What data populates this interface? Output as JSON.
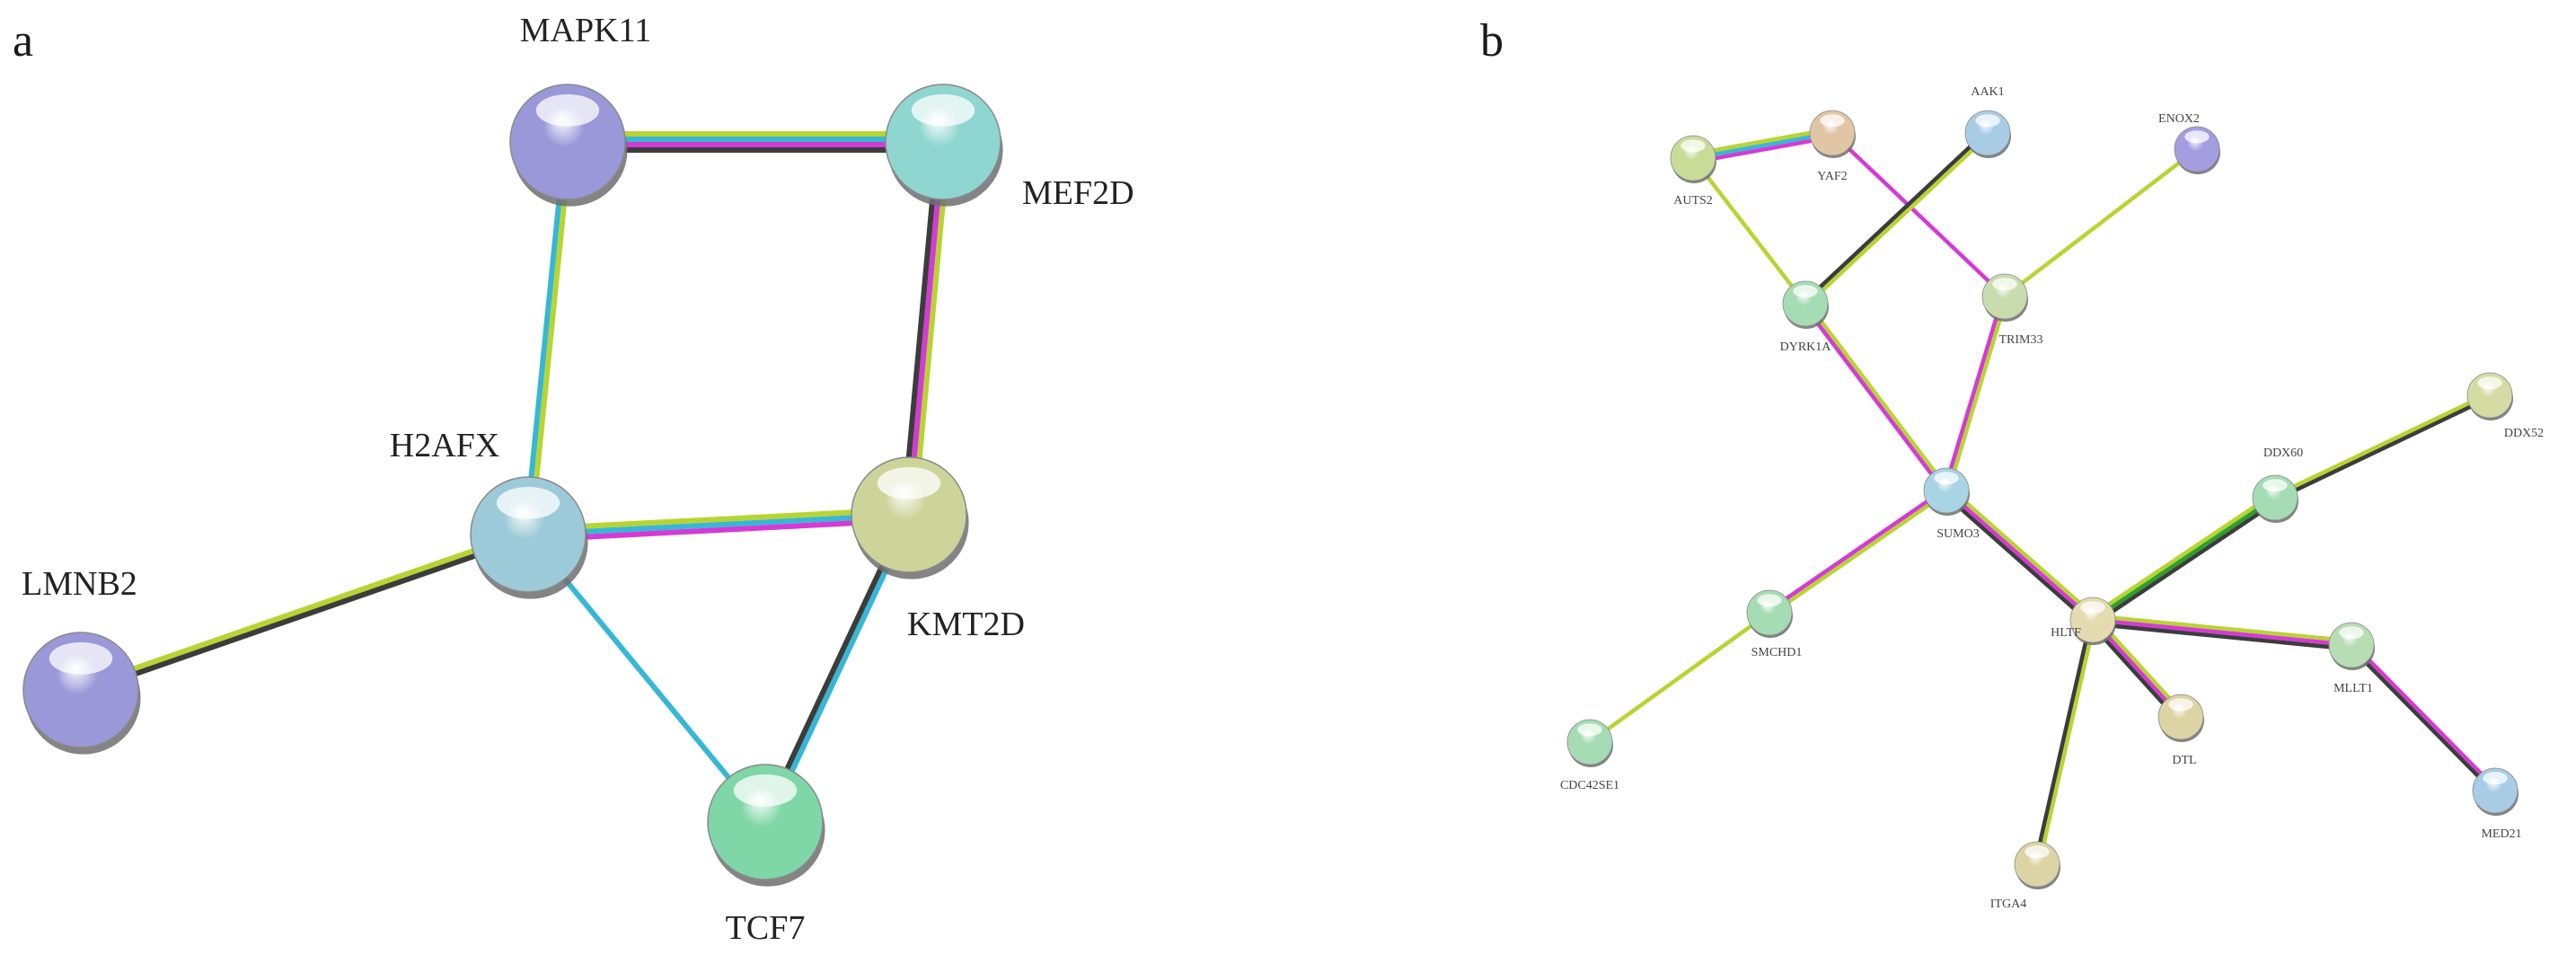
{
  "panels": [
    {
      "label": "a",
      "nodes": [
        {
          "id": "MAPK11",
          "label": "MAPK11",
          "color": "#9a98d8"
        },
        {
          "id": "MEF2D",
          "label": "MEF2D",
          "color": "#8fd6d0"
        },
        {
          "id": "H2AFX",
          "label": "H2AFX",
          "color": "#9ccad8"
        },
        {
          "id": "KMT2D",
          "label": "KMT2D",
          "color": "#ccd49a"
        },
        {
          "id": "LMNB2",
          "label": "LMNB2",
          "color": "#9a98d8"
        },
        {
          "id": "TCF7",
          "label": "TCF7",
          "color": "#7fd6a6"
        }
      ],
      "edges": [
        {
          "source": "MAPK11",
          "target": "MEF2D",
          "colors": [
            "#b8d432",
            "#37b7d6",
            "#d43ad6",
            "#3c3c3c"
          ]
        },
        {
          "source": "MAPK11",
          "target": "H2AFX",
          "colors": [
            "#b8d432",
            "#37b7d6"
          ]
        },
        {
          "source": "MEF2D",
          "target": "KMT2D",
          "colors": [
            "#b8d432",
            "#d43ad6",
            "#3c3c3c"
          ]
        },
        {
          "source": "H2AFX",
          "target": "KMT2D",
          "colors": [
            "#b8d432",
            "#37b7d6",
            "#d43ad6"
          ]
        },
        {
          "source": "LMNB2",
          "target": "H2AFX",
          "colors": [
            "#b8d432",
            "#3c3c3c"
          ]
        },
        {
          "source": "H2AFX",
          "target": "TCF7",
          "colors": [
            "#37b7d6"
          ]
        },
        {
          "source": "KMT2D",
          "target": "TCF7",
          "colors": [
            "#37b7d6",
            "#3c3c3c"
          ]
        }
      ]
    },
    {
      "label": "b",
      "nodes": [
        {
          "id": "AUTS2",
          "label": "AUTS2",
          "color": "#c8dc98"
        },
        {
          "id": "YAF2",
          "label": "YAF2",
          "color": "#e0c6a4"
        },
        {
          "id": "AAK1",
          "label": "AAK1",
          "color": "#a8cce4"
        },
        {
          "id": "ENOX2",
          "label": "ENOX2",
          "color": "#a49ee0"
        },
        {
          "id": "DYRK1A",
          "label": "DYRK1A",
          "color": "#a6dcb4"
        },
        {
          "id": "TRIM33",
          "label": "TRIM33",
          "color": "#c8dcae"
        },
        {
          "id": "DDX52",
          "label": "DDX52",
          "color": "#d4dca4"
        },
        {
          "id": "DDX60",
          "label": "DDX60",
          "color": "#a6dcb4"
        },
        {
          "id": "SUMO3",
          "label": "SUMO3",
          "color": "#a8d4e4"
        },
        {
          "id": "SMCHD1",
          "label": "SMCHD1",
          "color": "#a6dcb4"
        },
        {
          "id": "HLTF",
          "label": "HLTF",
          "color": "#e4dcb0"
        },
        {
          "id": "MLLT1",
          "label": "MLLT1",
          "color": "#b8dcb4"
        },
        {
          "id": "CDC42SE1",
          "label": "CDC42SE1",
          "color": "#a6dcb4"
        },
        {
          "id": "DTL",
          "label": "DTL",
          "color": "#dcd4a4"
        },
        {
          "id": "MED21",
          "label": "MED21",
          "color": "#a8cce4"
        },
        {
          "id": "ITGA4",
          "label": "ITGA4",
          "color": "#dcd4a4"
        }
      ],
      "edges": [
        {
          "source": "AUTS2",
          "target": "YAF2",
          "colors": [
            "#b8d432",
            "#37b7d6",
            "#d43ad6"
          ]
        },
        {
          "source": "AUTS2",
          "target": "DYRK1A",
          "colors": [
            "#b8d432"
          ]
        },
        {
          "source": "YAF2",
          "target": "TRIM33",
          "colors": [
            "#d43ad6"
          ]
        },
        {
          "source": "AAK1",
          "target": "DYRK1A",
          "colors": [
            "#b8d432",
            "#3c3c3c"
          ]
        },
        {
          "source": "ENOX2",
          "target": "TRIM33",
          "colors": [
            "#b8d432"
          ]
        },
        {
          "source": "DYRK1A",
          "target": "SUMO3",
          "colors": [
            "#b8d432",
            "#d43ad6"
          ]
        },
        {
          "source": "TRIM33",
          "target": "SUMO3",
          "colors": [
            "#b8d432",
            "#d43ad6"
          ]
        },
        {
          "source": "SUMO3",
          "target": "HLTF",
          "colors": [
            "#b8d432",
            "#d43ad6",
            "#3c3c3c"
          ]
        },
        {
          "source": "SUMO3",
          "target": "SMCHD1",
          "colors": [
            "#b8d432",
            "#d43ad6"
          ]
        },
        {
          "source": "SMCHD1",
          "target": "CDC42SE1",
          "colors": [
            "#b8d432"
          ]
        },
        {
          "source": "HLTF",
          "target": "DDX60",
          "colors": [
            "#b8d432",
            "#2ca02c",
            "#3c3c3c"
          ]
        },
        {
          "source": "DDX60",
          "target": "DDX52",
          "colors": [
            "#b8d432",
            "#3c3c3c"
          ]
        },
        {
          "source": "HLTF",
          "target": "MLLT1",
          "colors": [
            "#b8d432",
            "#d43ad6",
            "#3c3c3c"
          ]
        },
        {
          "source": "MLLT1",
          "target": "MED21",
          "colors": [
            "#d43ad6",
            "#3c3c3c"
          ]
        },
        {
          "source": "HLTF",
          "target": "DTL",
          "colors": [
            "#b8d432",
            "#d43ad6",
            "#3c3c3c"
          ]
        },
        {
          "source": "HLTF",
          "target": "ITGA4",
          "colors": [
            "#b8d432",
            "#3c3c3c"
          ]
        }
      ]
    }
  ]
}
